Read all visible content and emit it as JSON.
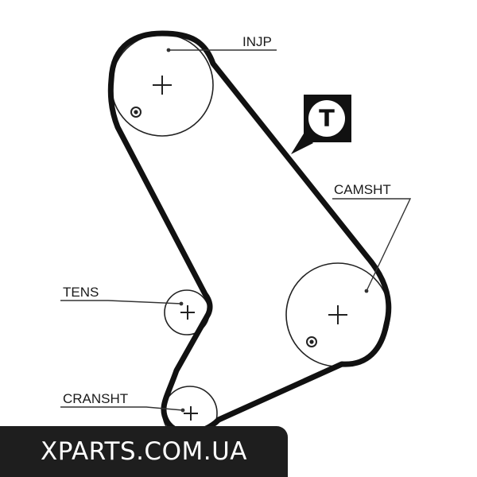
{
  "labels": {
    "injp": "INJP",
    "camsht": "CAMSHT",
    "tens": "TENS",
    "cransht": "CRANSHT"
  },
  "badge": {
    "letter": "T"
  },
  "watermark": "XPARTS.COM.UA",
  "colors": {
    "belt": "#111111",
    "banner": "#1e1e1e",
    "banner_text": "#ffffff"
  }
}
